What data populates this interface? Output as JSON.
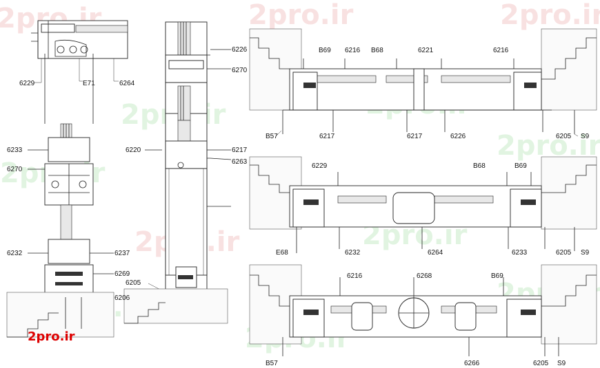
{
  "watermark": "2pro.ir",
  "logo": "2pro.ir",
  "labels": {
    "l6229": "6229",
    "lE71": "E71",
    "l6264a": "6264",
    "l6226a": "6226",
    "l6270a": "6270",
    "l6220": "6220",
    "l6217a": "6217",
    "l6263": "6263",
    "l6233a": "6233",
    "l6270b": "6270",
    "l6232a": "6232",
    "l6237": "6237",
    "l6269": "6269",
    "l6205a": "6205",
    "l6206": "6206",
    "lB69a": "B69",
    "l6216a": "6216",
    "lB68a": "B68",
    "l6221": "6221",
    "l6216b": "6216",
    "lB57a": "B57",
    "l6217b": "6217",
    "l6217c": "6217",
    "l6226b": "6226",
    "l6205b": "6205",
    "lS9a": "S9",
    "l6229b": "6229",
    "lB68b": "B68",
    "lB69b": "B69",
    "lE68": "E68",
    "l6232b": "6232",
    "l6264b": "6264",
    "l6233b": "6233",
    "l6205c": "6205",
    "lS9b": "S9",
    "l6216c": "6216",
    "l6268": "6268",
    "lB69c": "B69",
    "lB57b": "B57",
    "l6266": "6266",
    "l6205d": "6205",
    "lS9c": "S9"
  },
  "colors": {
    "line": "#222222",
    "watermark_red": "#f4c9c9",
    "watermark_green": "#c9ecc9",
    "logo": "#dd0000"
  }
}
